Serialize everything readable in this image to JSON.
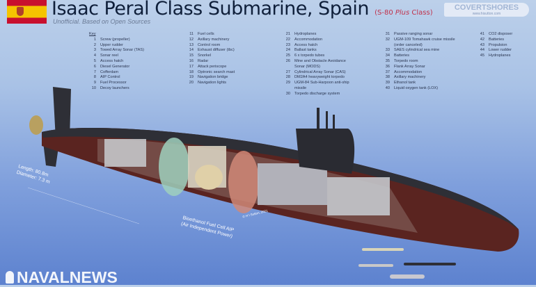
{
  "header": {
    "title": "Isaac Peral Class Submarine, Spain",
    "class_prefix": "(S-80 ",
    "class_italic": "Plus",
    "class_suffix": " Class)",
    "subtitle": "Unofficial. Based on Open Sources",
    "logo_text": "COVERTSHORES",
    "logo_url_text": "www.hisutton.com"
  },
  "key": {
    "heading": "Key",
    "columns": [
      [
        {
          "n": "1",
          "t": "Screw (propeller)"
        },
        {
          "n": "2",
          "t": "Upper rudder"
        },
        {
          "n": "3",
          "t": "Towed Array Sonar (TAS)"
        },
        {
          "n": "4",
          "t": "Sonar reel"
        },
        {
          "n": "5",
          "t": "Access hatch"
        },
        {
          "n": "6",
          "t": "Diesel Generator"
        },
        {
          "n": "7",
          "t": "Cofferdam"
        },
        {
          "n": "8",
          "t": "AIP Control"
        },
        {
          "n": "9",
          "t": "Fuel Processor"
        },
        {
          "n": "10",
          "t": "Decoy launchers"
        }
      ],
      [
        {
          "n": "11",
          "t": "Fuel cells"
        },
        {
          "n": "12",
          "t": "Axillary machinery"
        },
        {
          "n": "13",
          "t": "Control room"
        },
        {
          "n": "14",
          "t": "Exhaust diffuser (tbc)"
        },
        {
          "n": "15",
          "t": "Snorkel"
        },
        {
          "n": "16",
          "t": "Radar"
        },
        {
          "n": "17",
          "t": "Attack periscope"
        },
        {
          "n": "18",
          "t": "Optronic search mast"
        },
        {
          "n": "19",
          "t": "Navigation bridge"
        },
        {
          "n": "20",
          "t": "Navigation lights"
        }
      ],
      [
        {
          "n": "21",
          "t": "Hydroplanes"
        },
        {
          "n": "22",
          "t": "Accommodation"
        },
        {
          "n": "23",
          "t": "Access hatch"
        },
        {
          "n": "24",
          "t": "Ballast tanks"
        },
        {
          "n": "25",
          "t": "6 x torpedo tubes"
        },
        {
          "n": "26",
          "t": "Mine and Obstacle Avoidance Sonar (MODS)"
        },
        {
          "n": "27",
          "t": "Cylindrical Array Sonar (CAS)"
        },
        {
          "n": "28",
          "t": "DM2A4 heavyweight torpedo"
        },
        {
          "n": "29",
          "t": "UGM-84 Sub-Harpoon anti-ship missile"
        },
        {
          "n": "30",
          "t": "Torpedo discharge system"
        }
      ],
      [
        {
          "n": "31",
          "t": "Passive ranging sonar"
        },
        {
          "n": "32",
          "t": "UGM-109 Tomahawk cruise missile (order canceled)"
        },
        {
          "n": "33",
          "t": "SAES cylindrical sea mine"
        },
        {
          "n": "34",
          "t": "Batteries"
        },
        {
          "n": "35",
          "t": "Torpedo room"
        },
        {
          "n": "36",
          "t": "Flank Array Sonar"
        },
        {
          "n": "37",
          "t": "Accommodation"
        },
        {
          "n": "38",
          "t": "Axillary machinery"
        },
        {
          "n": "39",
          "t": "Ethanol tank"
        },
        {
          "n": "40",
          "t": "Liquid oxygen tank (LOX)"
        }
      ],
      [
        {
          "n": "41",
          "t": "CO2 disposer"
        },
        {
          "n": "42",
          "t": "Batteries"
        },
        {
          "n": "43",
          "t": "Propulsion"
        },
        {
          "n": "44",
          "t": "Lower rudder"
        },
        {
          "n": "45",
          "t": "Hydroplanes"
        }
      ]
    ]
  },
  "annotations": {
    "length": "Length: 80.8m",
    "diameter": "Diameter: 7.3 m",
    "aip_label": "Bioethanol Fuel Cell AIP (Air Independent Power)",
    "copyright": "© H I Sutton, 2021"
  },
  "footer": {
    "brand": "NAVALNEWS"
  },
  "colors": {
    "hull_red": "#5a2420",
    "hull_dark": "#2e2f36",
    "title_accent": "#c0304a",
    "flag_red": "#c8102e",
    "flag_yellow": "#f5c400"
  }
}
